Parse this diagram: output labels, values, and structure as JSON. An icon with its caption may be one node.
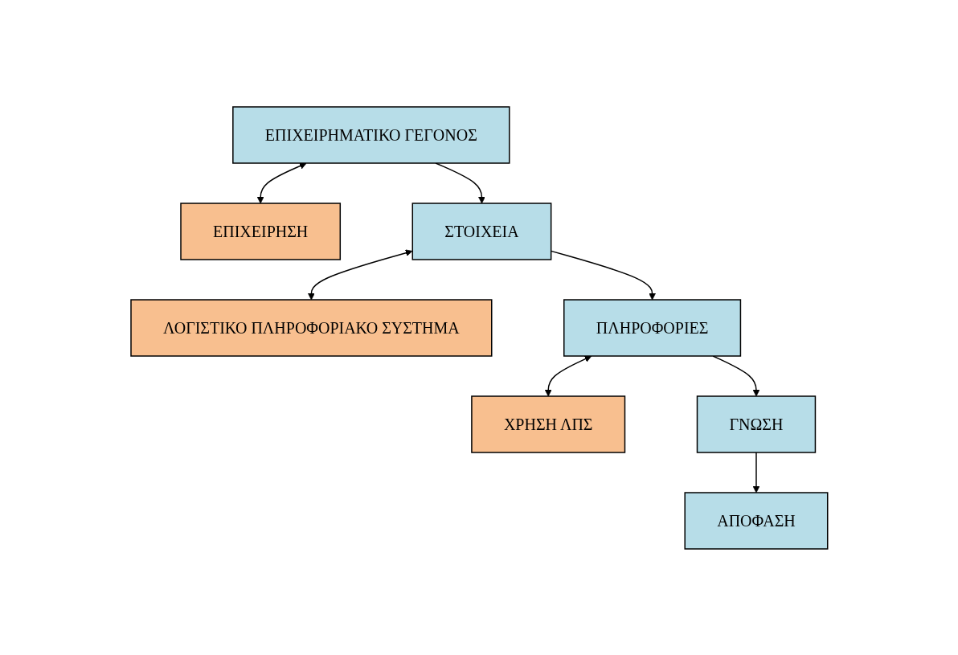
{
  "diagram": {
    "nodes": [
      {
        "text": [
          "ΕΠΙΧΕΙΡΗΜΑΤΙΚΟ ΓΕΓΟΝΟΣ"
        ]
      },
      {
        "text": [
          "ΕΠΙΧΕΙΡΗΣΗ"
        ]
      },
      {
        "text": [
          "ΣΤΟΙΧΕΙΑ"
        ]
      },
      {
        "text": [
          "ΛΟΓΙΣΤΙΚΟ ΠΛΗΡΟΦΟΡΙΑΚΟ ΣΥΣΤΗΜΑ"
        ]
      },
      {
        "text": [
          "ΠΛΗΡΟΦΟΡΙΕΣ"
        ]
      },
      {
        "text": [
          "ΧΡΗΣΗ ΛΠΣ"
        ]
      },
      {
        "text": [
          "ΓΝΩΣΗ"
        ]
      },
      {
        "text": [
          "ΑΠΟΦΑΣΗ"
        ]
      }
    ],
    "edges": [
      {
        "from": 0,
        "to": 1,
        "arrow": "both"
      },
      {
        "from": 0,
        "to": 2,
        "arrow": "to"
      },
      {
        "from": 2,
        "to": 3,
        "arrow": "both"
      },
      {
        "from": 2,
        "to": 4,
        "arrow": "to"
      },
      {
        "from": 4,
        "to": 5,
        "arrow": "both"
      },
      {
        "from": 4,
        "to": 6,
        "arrow": "to"
      },
      {
        "from": 6,
        "to": 7,
        "arrow": "to"
      }
    ]
  }
}
